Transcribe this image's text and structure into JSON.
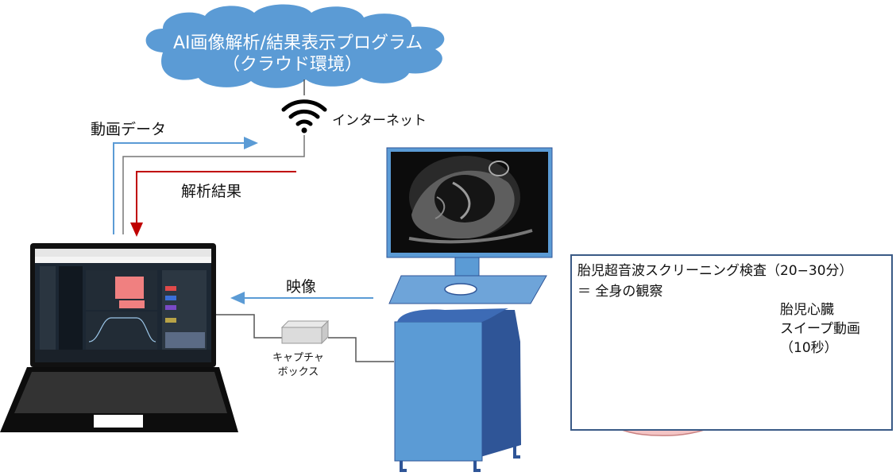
{
  "cloud": {
    "line1": "AI画像解析/結果表示プログラム",
    "line2": "（クラウド環境）"
  },
  "internet_label": "インターネット",
  "video_data_label": "動画データ",
  "analysis_result_label": "解析結果",
  "image_label": "映像",
  "capture_box_label": "キャプチャ\nボックス",
  "panel": {
    "title": "胎児超音波スクリーニング検査（20−30分）",
    "subtitle": "＝ 全身の観察",
    "callout": "胎児心臓\nスイープ動画\n（10秒）"
  },
  "colors": {
    "cloud": "#5b9bd5",
    "data_arrow": "#5b9bd5",
    "result_arrow": "#c00000",
    "machine_front": "#5b9bd5",
    "machine_side": "#2f5597",
    "sweep_marker": "#e8192c"
  }
}
